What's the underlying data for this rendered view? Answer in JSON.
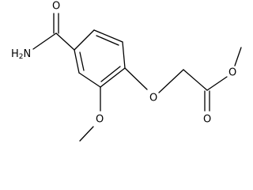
{
  "structure": {
    "atoms": {
      "amide_o": "O",
      "amide_n": "H2N",
      "ether_o": "O",
      "methoxy_o": "O",
      "ester_carbonyl_o": "O",
      "ester_o": "O"
    }
  },
  "colors": {
    "bond": "#000000",
    "label": "#000000",
    "background": "#ffffff"
  }
}
